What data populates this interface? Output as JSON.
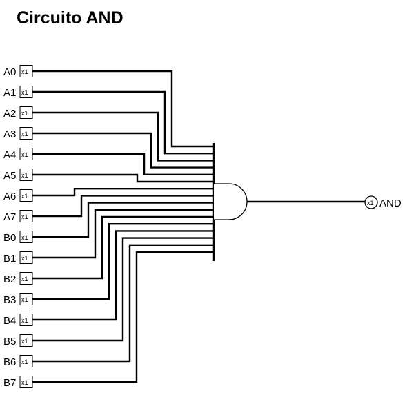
{
  "title": "Circuito AND",
  "colors": {
    "wire": "#000000",
    "background": "#ffffff"
  },
  "gate": {
    "type": "and-gate",
    "input_count": 16
  },
  "inputs": [
    {
      "label": "A0",
      "tag": "x1"
    },
    {
      "label": "A1",
      "tag": "x1"
    },
    {
      "label": "A2",
      "tag": "x1"
    },
    {
      "label": "A3",
      "tag": "x1"
    },
    {
      "label": "A4",
      "tag": "x1"
    },
    {
      "label": "A5",
      "tag": "x1"
    },
    {
      "label": "A6",
      "tag": "x1"
    },
    {
      "label": "A7",
      "tag": "x1"
    },
    {
      "label": "B0",
      "tag": "x1"
    },
    {
      "label": "B1",
      "tag": "x1"
    },
    {
      "label": "B2",
      "tag": "x1"
    },
    {
      "label": "B3",
      "tag": "x1"
    },
    {
      "label": "B4",
      "tag": "x1"
    },
    {
      "label": "B5",
      "tag": "x1"
    },
    {
      "label": "B6",
      "tag": "x1"
    },
    {
      "label": "B7",
      "tag": "x1"
    }
  ],
  "output": {
    "label": "AND",
    "tag": "x1"
  }
}
